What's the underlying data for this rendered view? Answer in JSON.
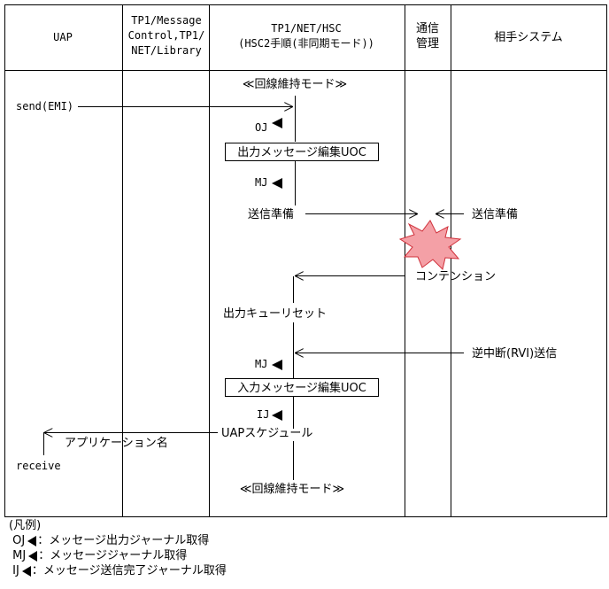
{
  "columns": [
    {
      "id": "uap",
      "lines": [
        "UAP"
      ]
    },
    {
      "id": "tp1mc",
      "lines": [
        "TP1/Message",
        "Control,TP1/",
        "NET/Library"
      ]
    },
    {
      "id": "hsc",
      "lines": [
        "TP1/NET/HSC",
        "(HSC2手順(非同期モード))"
      ]
    },
    {
      "id": "comm",
      "lines": [
        "通信",
        "管理"
      ]
    },
    {
      "id": "partner",
      "lines": [
        "相手システム"
      ]
    }
  ],
  "labels": {
    "mode_top": "≪回線維持モード≫",
    "send": "send(EMI)",
    "oj": "OJ",
    "out_uoc": "出力メッセージ編集UOC",
    "mj1": "MJ",
    "prep_left": "送信準備",
    "prep_right": "送信準備",
    "contention": "コンテンション",
    "reset": "出力キューリセット",
    "rvi": "逆中断(RVI)送信",
    "mj2": "MJ",
    "in_uoc": "入力メッセージ編集UOC",
    "ij": "IJ",
    "schedule": "UAPスケジュール",
    "appname": "アプリケーション名",
    "receive": "receive",
    "mode_bottom": "≪回線維持モード≫"
  },
  "legend": {
    "title": "(凡例)",
    "items": [
      {
        "code": "OJ",
        "text": "：メッセージ出力ジャーナル取得"
      },
      {
        "code": "MJ",
        "text": "：メッセージジャーナル取得"
      },
      {
        "code": "IJ",
        "text": "：メッセージ送信完了ジャーナル取得"
      }
    ]
  },
  "colors": {
    "collision_fill": "#f4a0a6",
    "collision_stroke": "#d0303a"
  }
}
